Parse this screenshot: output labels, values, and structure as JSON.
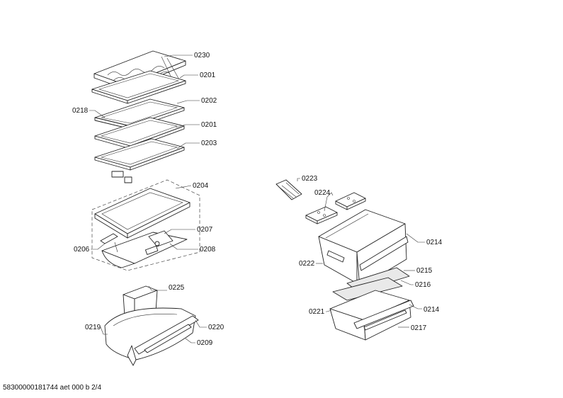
{
  "labels": {
    "p0230": "0230",
    "p0201a": "0201",
    "p0218": "0218",
    "p0202": "0202",
    "p0201b": "0201",
    "p0203": "0203",
    "p0204": "0204",
    "p0207": "0207",
    "p0206": "0206",
    "p0208": "0208",
    "p0225": "0225",
    "p0219": "0219",
    "p0220": "0220",
    "p0209": "0209",
    "p0223": "0223",
    "p0224": "0224",
    "p0214a": "0214",
    "p0222": "0222",
    "p0215": "0215",
    "p0216": "0216",
    "p0221": "0221",
    "p0214b": "0214",
    "p0217": "0217"
  },
  "footer": "58300000181744 aet 000 b 2/4"
}
